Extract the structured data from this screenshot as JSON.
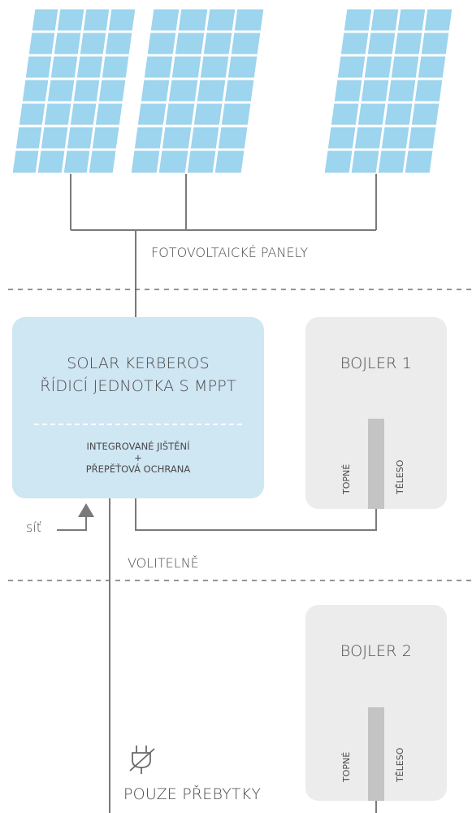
{
  "panels_label": "FOTOVOLTAICKÉ PANELY",
  "controller": {
    "title_line1": "SOLAR KERBEROS",
    "title_line2": "ŘÍDICÍ JEDNOTKA S MPPT",
    "sub_line1": "INTEGROVANÉ JIŠTĚNÍ",
    "sub_plus": "+",
    "sub_line2": "PŘEPĚŤOVÁ OCHRANA"
  },
  "boiler1": {
    "title": "BOJLER 1",
    "element_left": "TOPNÉ",
    "element_right": "TĚLESO"
  },
  "boiler2": {
    "title": "BOJLER 2",
    "element_left": "TOPNÉ",
    "element_right": "TĚLESO"
  },
  "grid_label": "síť",
  "optional_label": "VOLITELNĚ",
  "surplus_label": "POUZE PŘEBYTKY",
  "colors": {
    "panel_fill": "#9dd4ee",
    "panel_line": "#ffffff",
    "wire": "#7a7a7a",
    "controller_box": "#cfe6f3",
    "boiler_box": "#ececec",
    "heating_element": "#c4c4c4"
  },
  "icons": [
    "solar-panel-icon",
    "plug-crossed-icon",
    "arrow-up-icon"
  ]
}
